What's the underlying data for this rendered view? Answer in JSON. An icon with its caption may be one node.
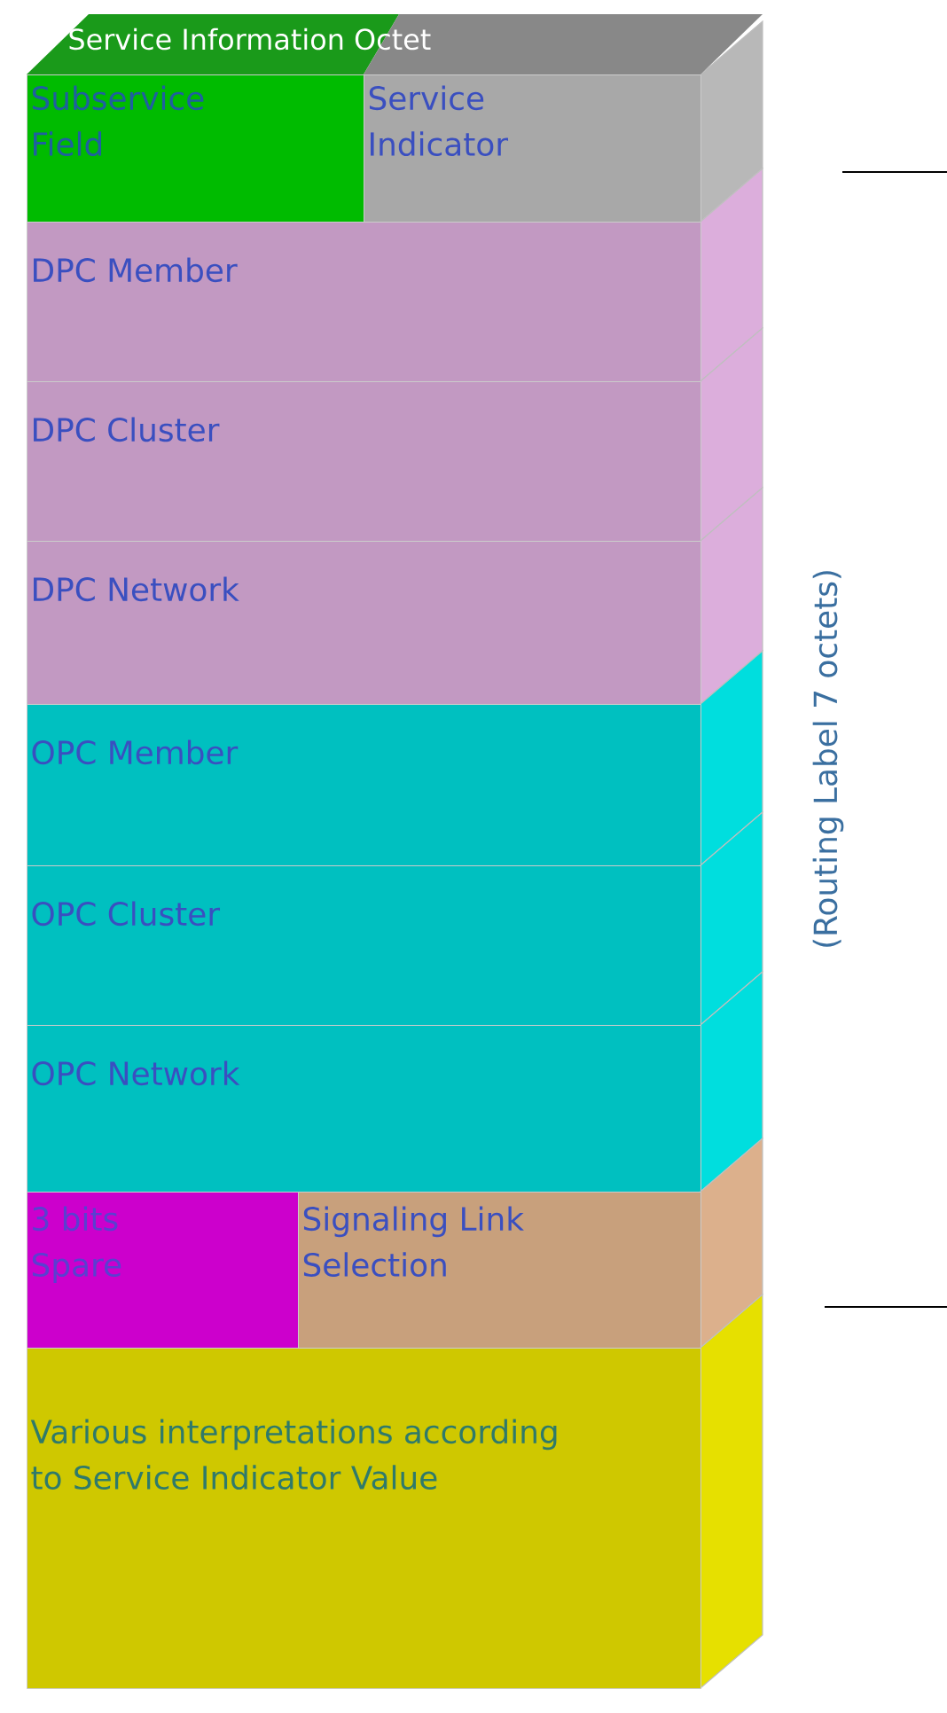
{
  "diagram": {
    "nodes": [
      {
        "text": [
          "Subservice Field"
        ]
      },
      {
        "text": [
          "Service Indicator"
        ]
      },
      {
        "text": [
          "DPC Member"
        ]
      },
      {
        "text": [
          "DPC Cluster"
        ]
      },
      {
        "text": [
          "DPC Network"
        ]
      },
      {
        "text": [
          "OPC Member"
        ]
      },
      {
        "text": [
          "OPC Cluster"
        ]
      },
      {
        "text": [
          "OPC Network"
        ]
      },
      {
        "text": [
          "3 bits Spare"
        ]
      },
      {
        "text": [
          "Signaling Link Selection"
        ]
      },
      {
        "text": [
          "Various interpretations according to Service Indicator Value"
        ]
      }
    ],
    "labels": [
      "Service Information Octet",
      "(Routing Label 7 octets)"
    ]
  }
}
